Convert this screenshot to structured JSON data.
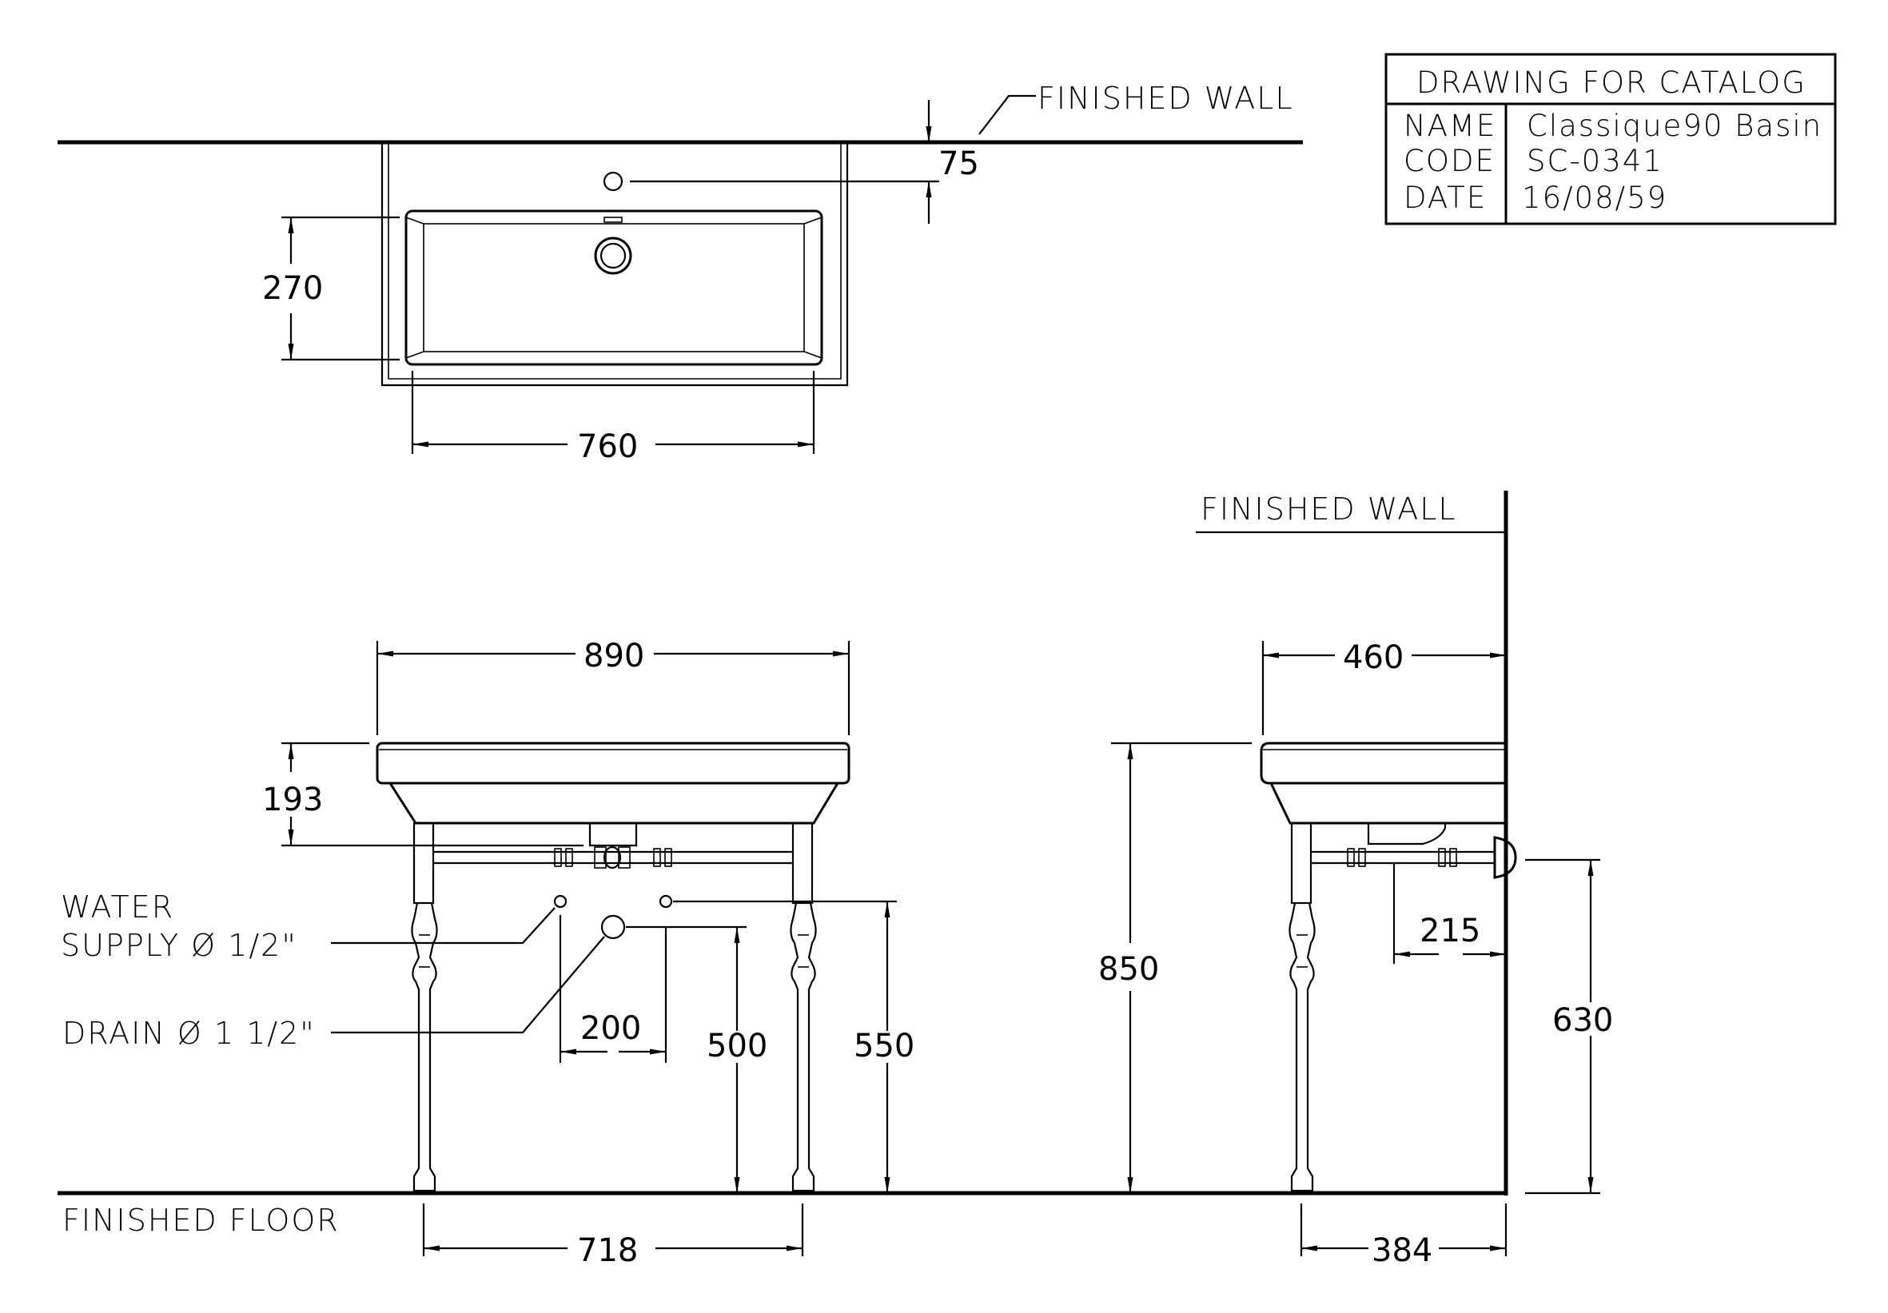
{
  "title_block": {
    "header": "DRAWING FOR CATALOG",
    "name_label": "NAME",
    "name_value": "Classique90 Basin",
    "code_label": "CODE",
    "code_value": "SC-0341",
    "date_label": "DATE",
    "date_value": "16/08/59"
  },
  "labels": {
    "finished_wall_top": "FINISHED WALL",
    "finished_wall_side": "FINISHED WALL",
    "finished_floor": "FINISHED FLOOR",
    "water_supply_line1": "WATER",
    "water_supply_line2": "SUPPLY Ø 1/2\"",
    "drain": "DRAIN Ø 1 1/2\""
  },
  "dimensions": {
    "d75": "75",
    "d270": "270",
    "d760": "760",
    "d890": "890",
    "d193": "193",
    "d460": "460",
    "d850": "850",
    "d215": "215",
    "d630": "630",
    "d200": "200",
    "d500": "500",
    "d550": "550",
    "d718": "718",
    "d384": "384"
  }
}
